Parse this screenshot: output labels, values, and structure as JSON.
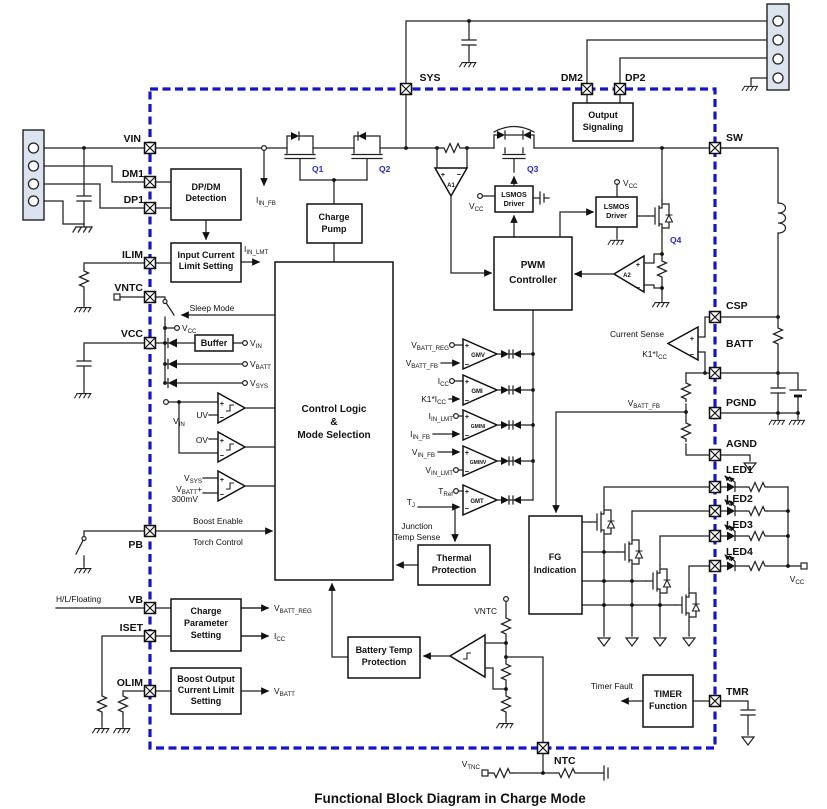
{
  "title": "Functional Block Diagram in Charge Mode",
  "pins": {
    "vin": "VIN",
    "dm1": "DM1",
    "dp1": "DP1",
    "ilim": "ILIM",
    "vntc": "VNTC",
    "vcc": "VCC",
    "pb": "PB",
    "vb": "VB",
    "iset": "ISET",
    "olim": "OLIM",
    "sys": "SYS",
    "dm2": "DM2",
    "dp2": "DP2",
    "sw": "SW",
    "csp": "CSP",
    "batt": "BATT",
    "pgnd": "PGND",
    "agnd": "AGND",
    "led1": "LED1",
    "led2": "LED2",
    "led3": "LED3",
    "led4": "LED4",
    "tmr": "TMR",
    "ntc": "NTC"
  },
  "blocks": {
    "dpdm": [
      "DP/DM",
      "Detection"
    ],
    "input_limit": [
      "Input Current",
      "Limit Setting"
    ],
    "charge_pump": [
      "Charge",
      "Pump"
    ],
    "control_logic": [
      "Control Logic",
      "&",
      "Mode Selection"
    ],
    "output_signaling": [
      "Output",
      "Signaling"
    ],
    "lsmos": [
      "LSMOS",
      "Driver"
    ],
    "pwm": [
      "PWM",
      "Controller"
    ],
    "buffer": "Buffer",
    "charge_param": [
      "Charge",
      "Parameter",
      "Setting"
    ],
    "boost_limit": [
      "Boost Output",
      "Current Limit",
      "Setting"
    ],
    "thermal": [
      "Thermal",
      "Protection"
    ],
    "battery_temp": [
      "Battery Temp",
      "Protection"
    ],
    "fg": [
      "FG",
      "Indication"
    ],
    "timer": [
      "TIMER",
      "Function"
    ]
  },
  "amps": {
    "a1": "A1",
    "a2": "A2",
    "gmv": "GMV",
    "gmi": "GMI",
    "gmini": "GMINI",
    "gminv": "GMINV",
    "gmt": "GMT"
  },
  "fets": {
    "q1": "Q1",
    "q2": "Q2",
    "q3": "Q3",
    "q4": "Q4"
  },
  "sig": {
    "iin_fb": {
      "m": "I",
      "s": "IN_FB"
    },
    "iin_lmt": {
      "m": "I",
      "s": "IN_LMT"
    },
    "sleep_mode": "Sleep Mode",
    "vcc": {
      "m": "V",
      "s": "CC"
    },
    "vin": {
      "m": "V",
      "s": "IN"
    },
    "vbatt": {
      "m": "V",
      "s": "BATT"
    },
    "vsys": {
      "m": "V",
      "s": "SYS"
    },
    "uv": "UV",
    "ov": "OV",
    "plus": "+",
    "minus": "−",
    "mv300": "300mV",
    "boost_enable": "Boost Enable",
    "torch_control": "Torch Control",
    "hl_floating": "H/L/Floating",
    "vbatt_reg": {
      "m": "V",
      "s": "BATT_REG"
    },
    "icc": {
      "m": "I",
      "s": "CC"
    },
    "k1icc": {
      "m": "K1*I",
      "s": "CC"
    },
    "vbatt_fb": {
      "m": "V",
      "s": "BATT_FB"
    },
    "vin_fb": {
      "m": "V",
      "s": "IN_FB"
    },
    "vin_lmt": {
      "m": "V",
      "s": "IN_LMT"
    },
    "tref": {
      "m": "T",
      "s": "Ref"
    },
    "tj": {
      "m": "T",
      "s": "J"
    },
    "junction1": "Junction",
    "junction2": "Temp Sense",
    "current_sense": "Current Sense",
    "timer_fault": "Timer Fault",
    "vntc": "VNTC",
    "vtnc": {
      "m": "V",
      "s": "TNC"
    }
  },
  "colors": {
    "boundary": "#1414cc",
    "fet_label": "#2a2ac0",
    "line": "#222222",
    "connector_fill": "#dbe3ef"
  }
}
